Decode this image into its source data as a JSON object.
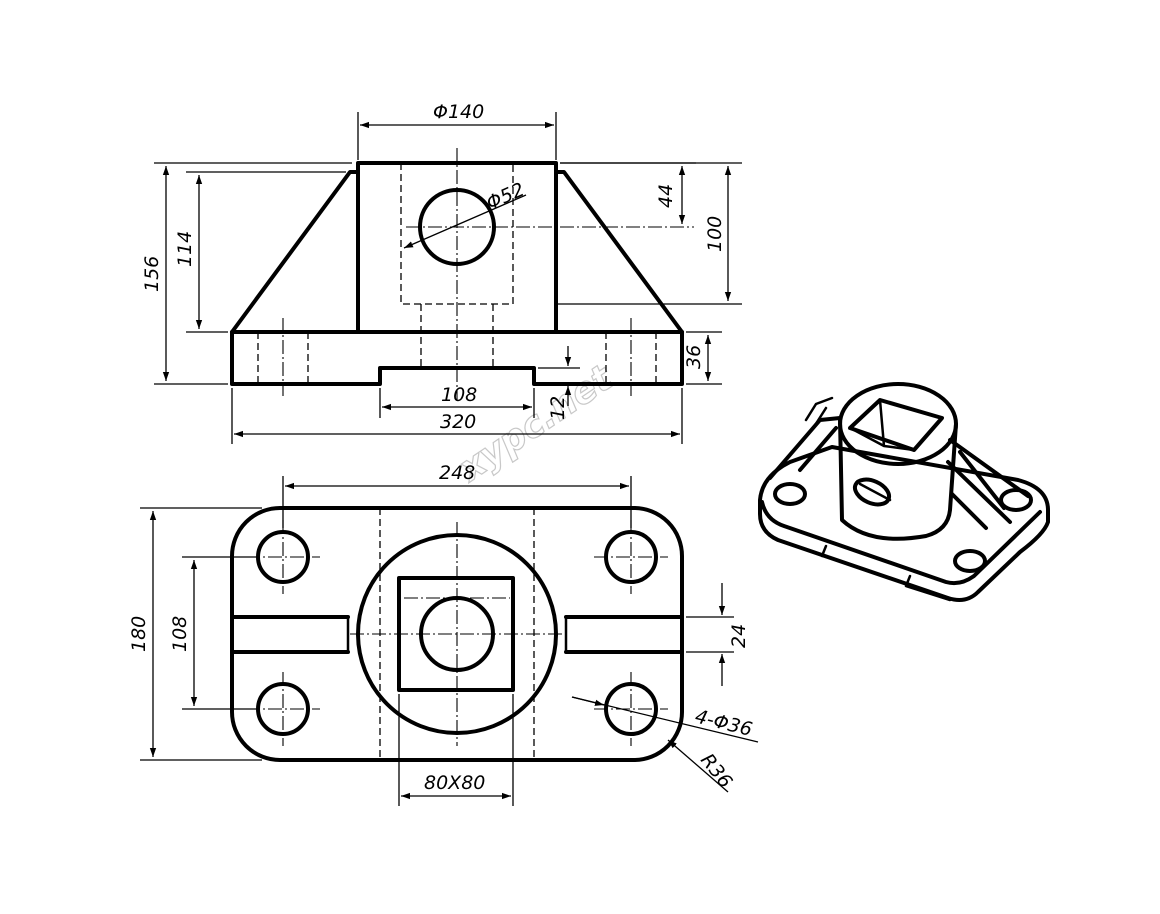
{
  "watermark": "xypc.net",
  "front_view": {
    "dimensions": {
      "bore_diameter": "Φ140",
      "hole_diameter": "Φ52",
      "hole_center_height": "44",
      "hub_height": "100",
      "overall_height": "156",
      "rib_height": "114",
      "base_thickness": "36",
      "groove_width": "108",
      "groove_depth": "12",
      "overall_length": "320"
    }
  },
  "top_view": {
    "dimensions": {
      "bolt_spacing_x": "248",
      "overall_width": "180",
      "bolt_spacing_y": "108",
      "rib_width": "24",
      "bolt_holes": "4-Φ36",
      "corner_radius": "R36",
      "square_hole": "80X80"
    }
  }
}
